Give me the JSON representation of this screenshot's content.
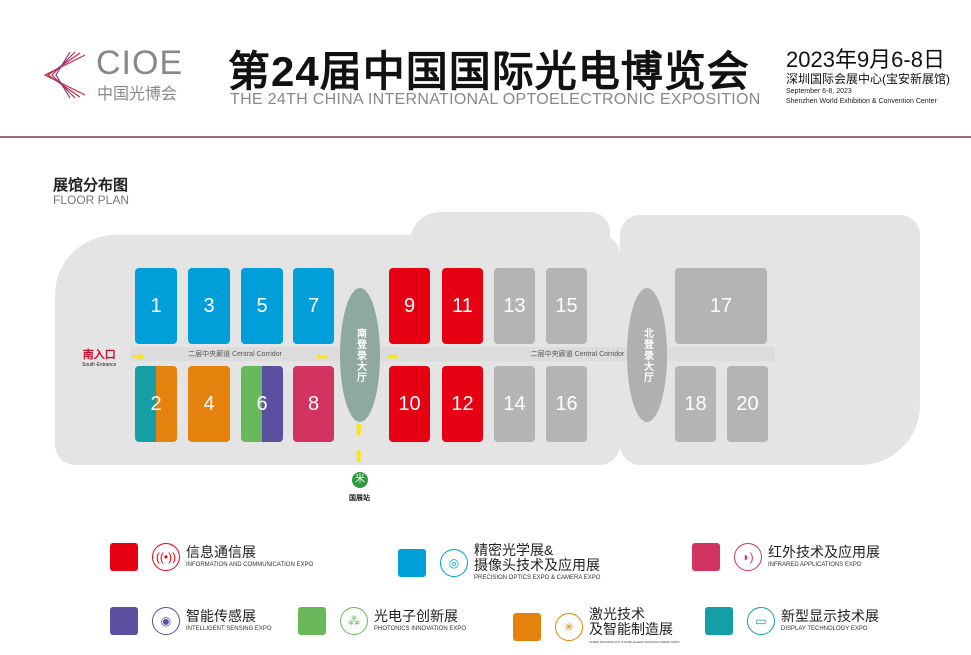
{
  "header": {
    "logo_text": "CIOE",
    "logo_cn": "中国光博会",
    "title_cn": "第24届中国国际光电博览会",
    "title_en": "THE 24TH CHINA INTERNATIONAL OPTOELECTRONIC EXPOSITION",
    "date_cn": "2023年9月6-8日",
    "venue_cn": "深圳国际会展中心(宝安新展馆)",
    "date_en": "September 6-8, 2023",
    "venue_en": "Shenzhen World Exhibition & Convention Center"
  },
  "floorplan": {
    "title_cn": "展馆分布图",
    "title_en": "FLOOR PLAN",
    "south_entrance_cn": "南入口",
    "south_entrance_en": "South Entrance",
    "corridor": "二层中央廊道 Central Corridor",
    "south_atrium": "南登录大厅",
    "north_atrium": "北登录大厅",
    "metro_icon": "metro-icon",
    "metro_station": "国展站",
    "halls": [
      {
        "n": "1",
        "color": "#009fd9"
      },
      {
        "n": "3",
        "color": "#009fd9"
      },
      {
        "n": "5",
        "color": "#009fd9"
      },
      {
        "n": "7",
        "color": "#009fd9"
      },
      {
        "n": "9",
        "color": "#e60012"
      },
      {
        "n": "11",
        "color": "#e60012"
      },
      {
        "n": "13",
        "color": "#b4b4b4"
      },
      {
        "n": "15",
        "color": "#b4b4b4"
      },
      {
        "n": "17",
        "color": "#b4b4b4"
      },
      {
        "n": "2",
        "color": "#149ea6"
      },
      {
        "n": "4",
        "color": "#e5820d"
      },
      {
        "n": "6",
        "color": "#6ab85c"
      },
      {
        "n": "8",
        "color": "#d23461"
      },
      {
        "n": "10",
        "color": "#e60012"
      },
      {
        "n": "12",
        "color": "#e60012"
      },
      {
        "n": "14",
        "color": "#b4b4b4"
      },
      {
        "n": "16",
        "color": "#b4b4b4"
      },
      {
        "n": "18",
        "color": "#b4b4b4"
      },
      {
        "n": "20",
        "color": "#b4b4b4"
      }
    ]
  },
  "legend": [
    {
      "cn": "信息通信展",
      "en": "INFORMATION AND COMMUNICATION EXPO",
      "color": "#e60012",
      "icon": "antenna-icon"
    },
    {
      "cn": "精密光学展&\n摄像头技术及应用展",
      "en": "PRECISION OPTICS EXPO & CAMERA EXPO",
      "color": "#009fd9",
      "icon": "lens-icon"
    },
    {
      "cn": "红外技术及应用展",
      "en": "INFRARED APPLICATIONS EXPO",
      "color": "#d23461",
      "icon": "infrared-icon"
    },
    {
      "cn": "智能传感展",
      "en": "INTELLIGENT SENSING EXPO",
      "color": "#5b4fa0",
      "icon": "eye-icon"
    },
    {
      "cn": "光电子创新展",
      "en": "PHOTONICS INNOVATION EXPO",
      "color": "#6ab85c",
      "icon": "molecule-icon"
    },
    {
      "cn": "激光技术\n及智能制造展",
      "en": "LASER TECHNOLOGY & INTELLIGENT MANUFACTURING EXPO",
      "color": "#e5820d",
      "icon": "laser-icon"
    },
    {
      "cn": "新型显示技术展",
      "en": "DISPLAY TECHNOLOGY EXPO",
      "color": "#149ea6",
      "icon": "display-icon"
    }
  ]
}
